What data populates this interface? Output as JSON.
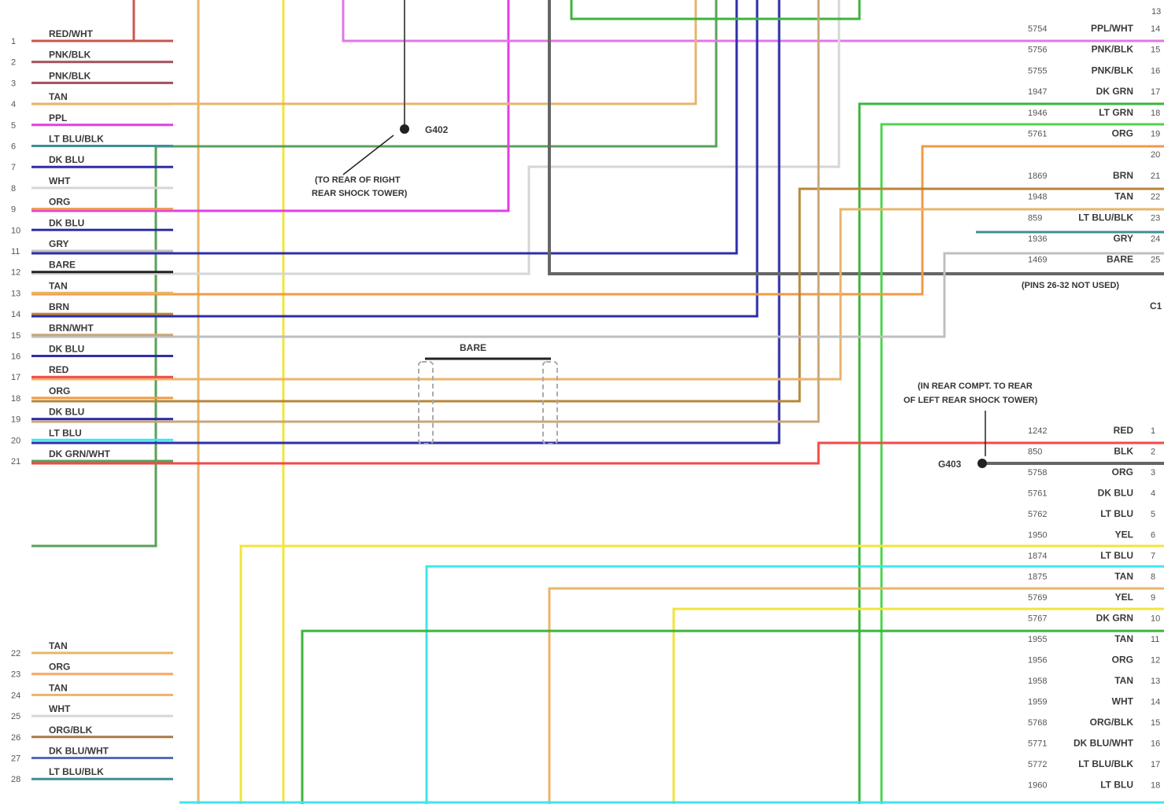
{
  "left_connector": {
    "wires": [
      {
        "pin": "1",
        "label": "RED/WHT",
        "color": "#c8574f"
      },
      {
        "pin": "2",
        "label": "PNK/BLK",
        "color": "#a0525c"
      },
      {
        "pin": "3",
        "label": "PNK/BLK",
        "color": "#a0525c"
      },
      {
        "pin": "4",
        "label": "TAN",
        "color": "#e8b56a"
      },
      {
        "pin": "5",
        "label": "PPL",
        "color": "#e23ee6"
      },
      {
        "pin": "6",
        "label": "LT BLU/BLK",
        "color": "#3f8f95"
      },
      {
        "pin": "7",
        "label": "DK BLU",
        "color": "#2d2fa8"
      },
      {
        "pin": "8",
        "label": "WHT",
        "color": "#d6d6d6"
      },
      {
        "pin": "9",
        "label": "ORG",
        "color": "#f09a45"
      },
      {
        "pin": "10",
        "label": "DK BLU",
        "color": "#2d2fa8"
      },
      {
        "pin": "11",
        "label": "GRY",
        "color": "#bfbfbf"
      },
      {
        "pin": "12",
        "label": "BARE",
        "color": "#222222"
      },
      {
        "pin": "13",
        "label": "TAN",
        "color": "#e8b56a"
      },
      {
        "pin": "14",
        "label": "BRN",
        "color": "#b8863a"
      },
      {
        "pin": "15",
        "label": "BRN/WHT",
        "color": "#c9a778"
      },
      {
        "pin": "16",
        "label": "DK BLU",
        "color": "#2d2fa8"
      },
      {
        "pin": "17",
        "label": "RED",
        "color": "#f24a4a"
      },
      {
        "pin": "18",
        "label": "ORG",
        "color": "#f09a45"
      },
      {
        "pin": "19",
        "label": "DK BLU",
        "color": "#2d2fa8"
      },
      {
        "pin": "20",
        "label": "LT BLU",
        "color": "#3de6ee"
      },
      {
        "pin": "21",
        "label": "DK GRN/WHT",
        "color": "#5aa05a"
      },
      {
        "pin": "22",
        "label": "TAN",
        "color": "#e8b56a"
      },
      {
        "pin": "23",
        "label": "ORG",
        "color": "#f6a86a"
      },
      {
        "pin": "24",
        "label": "TAN",
        "color": "#e8b56a"
      },
      {
        "pin": "25",
        "label": "WHT",
        "color": "#d6d6d6"
      },
      {
        "pin": "26",
        "label": "ORG/BLK",
        "color": "#a8794a"
      },
      {
        "pin": "27",
        "label": "DK BLU/WHT",
        "color": "#5a6ab8"
      },
      {
        "pin": "28",
        "label": "LT BLU/BLK",
        "color": "#3f8f95"
      }
    ]
  },
  "right_connector_c1": {
    "name": "C1",
    "top_pin": "13",
    "wires": [
      {
        "circuit": "5754",
        "label": "PPL/WHT",
        "pin": "14"
      },
      {
        "circuit": "5756",
        "label": "PNK/BLK",
        "pin": "15"
      },
      {
        "circuit": "5755",
        "label": "PNK/BLK",
        "pin": "16"
      },
      {
        "circuit": "1947",
        "label": "DK GRN",
        "pin": "17"
      },
      {
        "circuit": "1946",
        "label": "LT GRN",
        "pin": "18"
      },
      {
        "circuit": "5761",
        "label": "ORG",
        "pin": "19"
      },
      {
        "circuit": "",
        "label": "",
        "pin": "20"
      },
      {
        "circuit": "1869",
        "label": "BRN",
        "pin": "21"
      },
      {
        "circuit": "1948",
        "label": "TAN",
        "pin": "22"
      },
      {
        "circuit": "859",
        "label": "LT BLU/BLK",
        "pin": "23"
      },
      {
        "circuit": "1936",
        "label": "GRY",
        "pin": "24"
      },
      {
        "circuit": "1469",
        "label": "BARE",
        "pin": "25"
      }
    ],
    "note": "(PINS 26-32 NOT USED)"
  },
  "right_connector_c2": {
    "wires": [
      {
        "circuit": "1242",
        "label": "RED",
        "pin": "1"
      },
      {
        "circuit": "850",
        "label": "BLK",
        "pin": "2"
      },
      {
        "circuit": "5758",
        "label": "ORG",
        "pin": "3"
      },
      {
        "circuit": "5761",
        "label": "DK BLU",
        "pin": "4"
      },
      {
        "circuit": "5762",
        "label": "LT BLU",
        "pin": "5"
      },
      {
        "circuit": "1950",
        "label": "YEL",
        "pin": "6"
      },
      {
        "circuit": "1874",
        "label": "LT BLU",
        "pin": "7"
      },
      {
        "circuit": "1875",
        "label": "TAN",
        "pin": "8"
      },
      {
        "circuit": "5769",
        "label": "YEL",
        "pin": "9"
      },
      {
        "circuit": "5767",
        "label": "DK GRN",
        "pin": "10"
      },
      {
        "circuit": "1955",
        "label": "TAN",
        "pin": "11"
      },
      {
        "circuit": "1956",
        "label": "ORG",
        "pin": "12"
      },
      {
        "circuit": "1958",
        "label": "TAN",
        "pin": "13"
      },
      {
        "circuit": "1959",
        "label": "WHT",
        "pin": "14"
      },
      {
        "circuit": "5768",
        "label": "ORG/BLK",
        "pin": "15"
      },
      {
        "circuit": "5771",
        "label": "DK BLU/WHT",
        "pin": "16"
      },
      {
        "circuit": "5772",
        "label": "LT BLU/BLK",
        "pin": "17"
      },
      {
        "circuit": "1960",
        "label": "LT BLU",
        "pin": "18"
      }
    ]
  },
  "grounds": {
    "g402": {
      "label": "G402",
      "note_line1": "(TO REAR OF RIGHT",
      "note_line2": "REAR SHOCK TOWER)"
    },
    "g403": {
      "label": "G403",
      "note_line1": "(IN REAR COMPT. TO REAR",
      "note_line2": "OF LEFT REAR SHOCK TOWER)"
    }
  },
  "shield": {
    "label": "BARE"
  }
}
